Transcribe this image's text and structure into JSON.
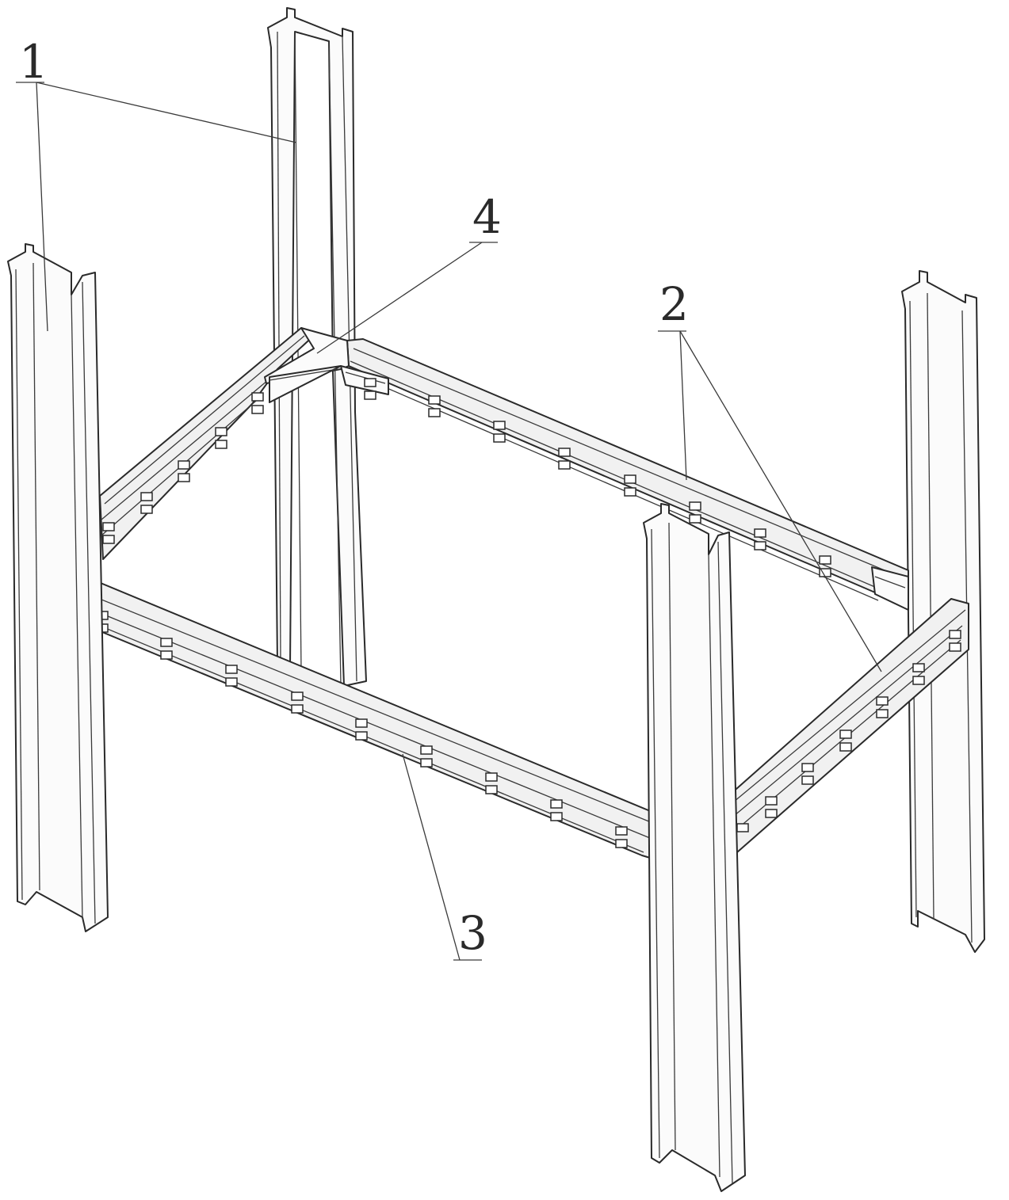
{
  "figure": {
    "callouts": [
      {
        "id": "1",
        "label": "1"
      },
      {
        "id": "2",
        "label": "2"
      },
      {
        "id": "3",
        "label": "3"
      },
      {
        "id": "4",
        "label": "4"
      }
    ],
    "colors": {
      "line": "#2a2a2a",
      "background": "#ffffff"
    }
  }
}
